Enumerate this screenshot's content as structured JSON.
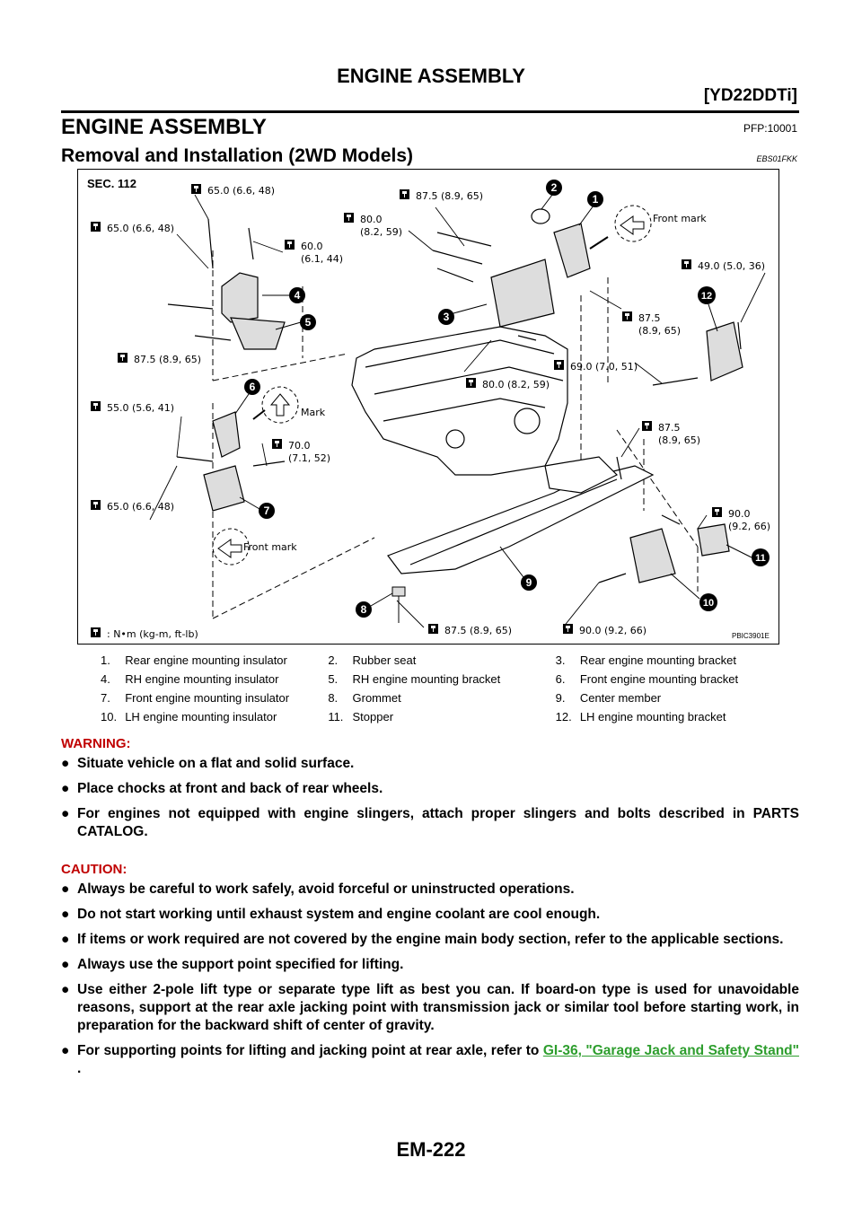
{
  "header": {
    "title": "ENGINE ASSEMBLY",
    "model": "[YD22DDTi]"
  },
  "section": {
    "title": "ENGINE ASSEMBLY",
    "code": "PFP:10001"
  },
  "subsection": {
    "title": "Removal and Installation (2WD Models)",
    "code": "EBS01FKK"
  },
  "figure": {
    "section_label": "SEC. 112",
    "figure_code": "PBIC3901E",
    "unit_legend": ": N•m (kg-m, ft-lb)",
    "front_mark_1": "Front mark",
    "front_mark_2": "Front mark",
    "mark_label": "Mark",
    "torques": {
      "t1": "65.0 (6.6, 48)",
      "t2": "65.0 (6.6, 48)",
      "t3a": "60.0",
      "t3b": "(6.1, 44)",
      "t4": "87.5 (8.9, 65)",
      "t5a": "80.0",
      "t5b": "(8.2, 59)",
      "t6": "49.0 (5.0, 36)",
      "t7a": "87.5",
      "t7b": "(8.9, 65)",
      "t8": "87.5 (8.9, 65)",
      "t9": "69.0 (7.0, 51)",
      "t10": "80.0 (8.2, 59)",
      "t11": "55.0 (5.6, 41)",
      "t12a": "70.0",
      "t12b": "(7.1, 52)",
      "t13a": "87.5",
      "t13b": "(8.9, 65)",
      "t14": "65.0 (6.6, 48)",
      "t15a": "90.0",
      "t15b": "(9.2, 66)",
      "t16": "87.5 (8.9, 65)",
      "t17": "90.0 (9.2, 66)"
    },
    "callouts": [
      "1",
      "2",
      "3",
      "4",
      "5",
      "6",
      "7",
      "8",
      "9",
      "10",
      "11",
      "12"
    ]
  },
  "legend": [
    [
      {
        "n": "1.",
        "t": "Rear engine mounting insulator"
      },
      {
        "n": "2.",
        "t": "Rubber seat"
      },
      {
        "n": "3.",
        "t": "Rear engine mounting bracket"
      }
    ],
    [
      {
        "n": "4.",
        "t": "RH engine mounting insulator"
      },
      {
        "n": "5.",
        "t": "RH engine mounting bracket"
      },
      {
        "n": "6.",
        "t": "Front engine mounting bracket"
      }
    ],
    [
      {
        "n": "7.",
        "t": "Front engine mounting insulator"
      },
      {
        "n": "8.",
        "t": "Grommet"
      },
      {
        "n": "9.",
        "t": "Center member"
      }
    ],
    [
      {
        "n": "10.",
        "t": "LH engine mounting insulator"
      },
      {
        "n": "11.",
        "t": "Stopper"
      },
      {
        "n": "12.",
        "t": "LH engine mounting bracket"
      }
    ]
  ],
  "warning": {
    "label": "WARNING:",
    "items": [
      "Situate vehicle on a flat and solid surface.",
      "Place chocks at front and back of rear wheels.",
      "For engines not equipped with engine slingers, attach proper slingers and bolts described in PARTS CATALOG."
    ]
  },
  "caution": {
    "label": "CAUTION:",
    "items": [
      "Always be careful to work safely, avoid forceful or uninstructed operations.",
      "Do not start working until exhaust system and engine coolant are cool enough.",
      "If items or work required are not covered by the engine main body section, refer to the applicable sections.",
      "Always use the support point specified for lifting.",
      "Use either 2-pole lift type or separate type lift as best you can. If board-on type is used for unavoidable reasons, support at the rear axle jacking point with transmission jack or similar tool before starting work, in preparation for the backward shift of center of gravity."
    ],
    "last_item_prefix": "For supporting points for lifting and jacking point at rear axle, refer to",
    "last_item_link": "GI-36, \"Garage Jack and Safety Stand\"",
    "last_item_suffix": "."
  },
  "bullet_glyph": "●",
  "footer": {
    "page_number": "EM-222"
  }
}
